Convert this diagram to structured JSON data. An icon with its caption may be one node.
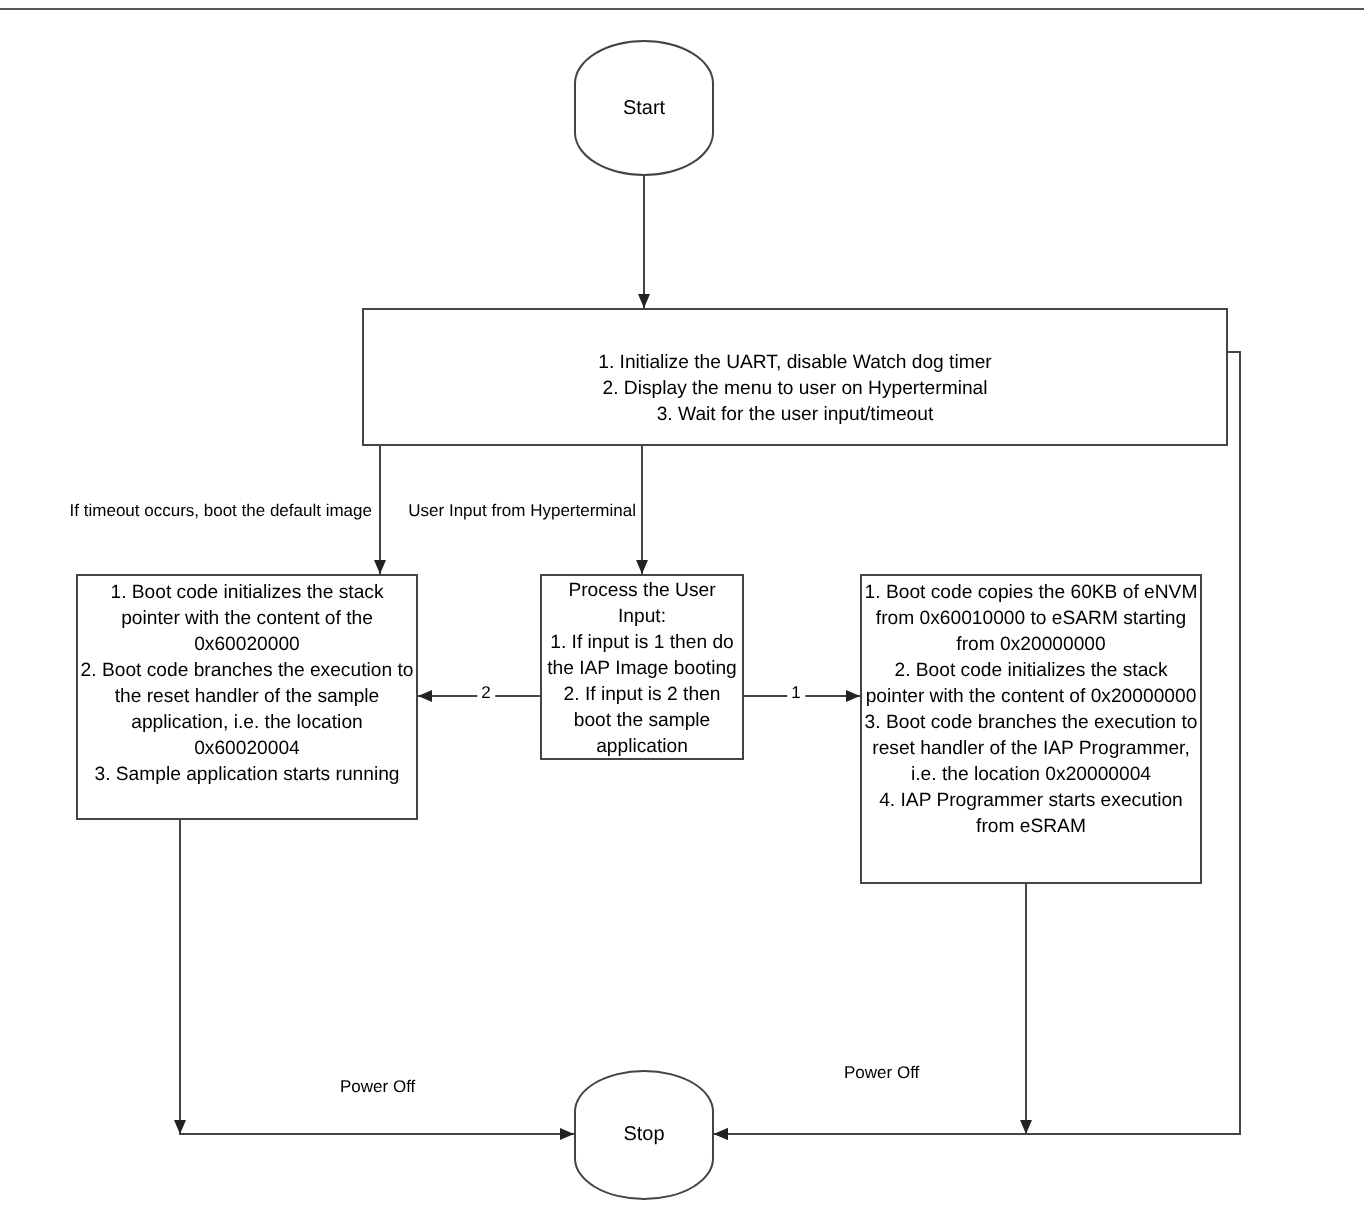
{
  "diagram": {
    "nodes": [
      {
        "text": [
          "Start"
        ]
      },
      {
        "text": [
          "1. Initialize the UART, disable Watch dog timer",
          "2. Display the menu to user on Hyperterminal",
          "3. Wait for the user input/timeout"
        ]
      },
      {
        "text": [
          "1. Boot code initializes the stack pointer with the content of the 0x60020000",
          "2. Boot code branches the execution to the reset handler of the sample application, i.e. the location 0x60020004",
          "3. Sample application starts running"
        ]
      },
      {
        "text": [
          "Process the User Input:",
          "1. If input is 1 then do the IAP Image booting",
          "2. If input is 2 then boot the sample application"
        ]
      },
      {
        "text": [
          "1. Boot code copies the 60KB of eNVM from 0x60010000 to eSARM starting from 0x20000000",
          "2. Boot code initializes the stack pointer with the content of 0x20000000",
          "3. Boot code branches the execution to reset handler of the IAP Programmer, i.e. the location 0x20000004",
          "4. IAP Programmer starts execution from eSRAM"
        ]
      },
      {
        "text": [
          "Stop"
        ]
      }
    ],
    "edges": [
      {
        "from": 0,
        "to": 1,
        "arrow": "to"
      },
      {
        "from": 1,
        "to": 2,
        "arrow": "to",
        "label": "If timeout occurs, boot the default image"
      },
      {
        "from": 1,
        "to": 3,
        "arrow": "to",
        "label": "User Input from Hyperterminal"
      },
      {
        "from": 3,
        "to": 2,
        "arrow": "to",
        "label": "2"
      },
      {
        "from": 3,
        "to": 4,
        "arrow": "to",
        "label": "1"
      },
      {
        "from": 2,
        "to": 5,
        "arrow": "to",
        "label": "Power Off"
      },
      {
        "from": 4,
        "to": 5,
        "arrow": "to",
        "label": "Power Off"
      },
      {
        "from": 1,
        "to": 5,
        "arrow": "to"
      }
    ]
  }
}
